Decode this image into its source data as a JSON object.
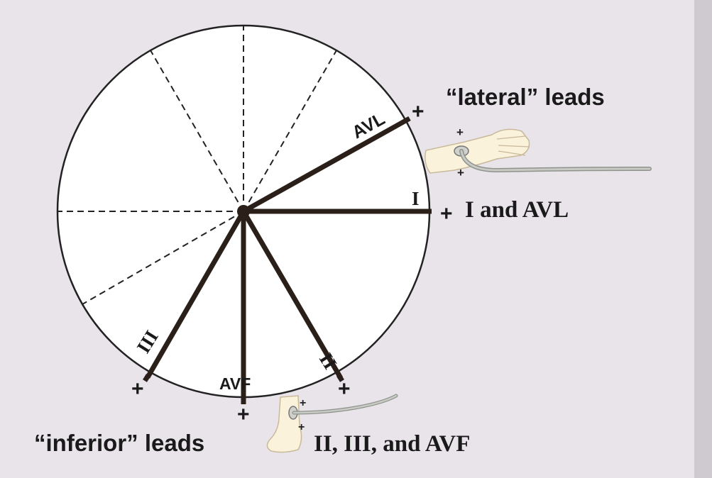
{
  "diagram": {
    "labels": {
      "lateral_heading": "“lateral” leads",
      "lateral_leads": "I and AVL",
      "inferior_heading": "“inferior” leads",
      "inferior_leads": "II, III, and AVF"
    },
    "leads": [
      {
        "id": "AVL",
        "label": "AVL",
        "angle_deg": -30
      },
      {
        "id": "I",
        "label": "I",
        "angle_deg": 0
      },
      {
        "id": "II",
        "label": "II",
        "angle_deg": 60
      },
      {
        "id": "AVF",
        "label": "AVF",
        "angle_deg": 90
      },
      {
        "id": "III",
        "label": "III",
        "angle_deg": 120
      }
    ],
    "plus_sign": "+",
    "colors": {
      "background": "#e8e4ea",
      "circle_fill": "#ffffff",
      "lead_line": "#2b2019",
      "cable": "#a9aca6",
      "skin": "#fbf2dc"
    },
    "icons": {
      "arm": "arm-with-electrode-icon",
      "foot": "foot-with-electrode-icon"
    }
  }
}
